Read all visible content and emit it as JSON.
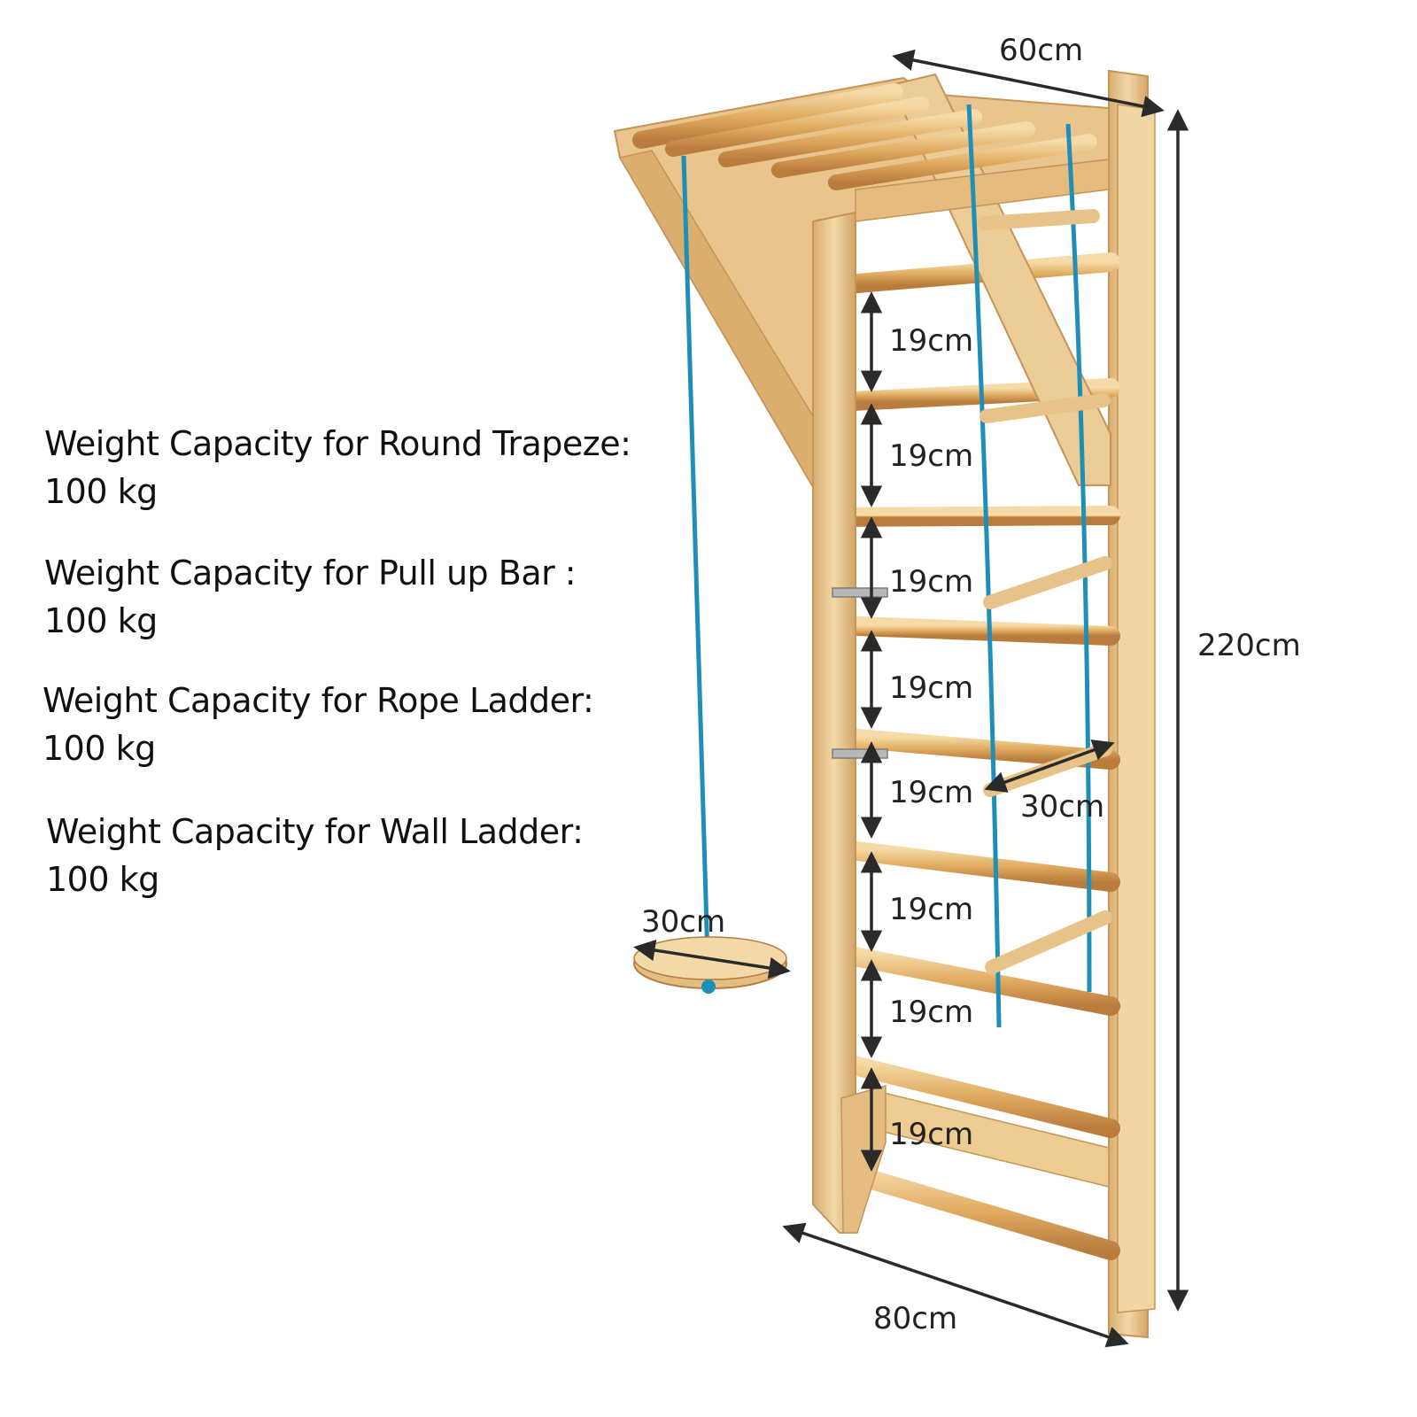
{
  "specs": [
    {
      "label": "Weight Capacity for Round Trapeze:",
      "value": "100 kg"
    },
    {
      "label": "Weight Capacity for Pull up Bar :",
      "value": "100 kg"
    },
    {
      "label": "Weight Capacity for Rope Ladder:",
      "value": "100 kg"
    },
    {
      "label": "Weight Capacity for Wall Ladder:",
      "value": "100 kg"
    }
  ],
  "dimensions": {
    "top_depth": "60cm",
    "height": "220cm",
    "bottom_width": "80cm",
    "rung_spacing": "19cm",
    "rope_rung_width": "30cm",
    "disc_diameter": "30cm"
  },
  "colors": {
    "wood": "#e9c48c",
    "wood_dark": "#c9965a",
    "wood_light": "#f3ddb4",
    "rope": "#1f8fb8",
    "arrow": "#2a2a2a",
    "text": "#111111"
  }
}
